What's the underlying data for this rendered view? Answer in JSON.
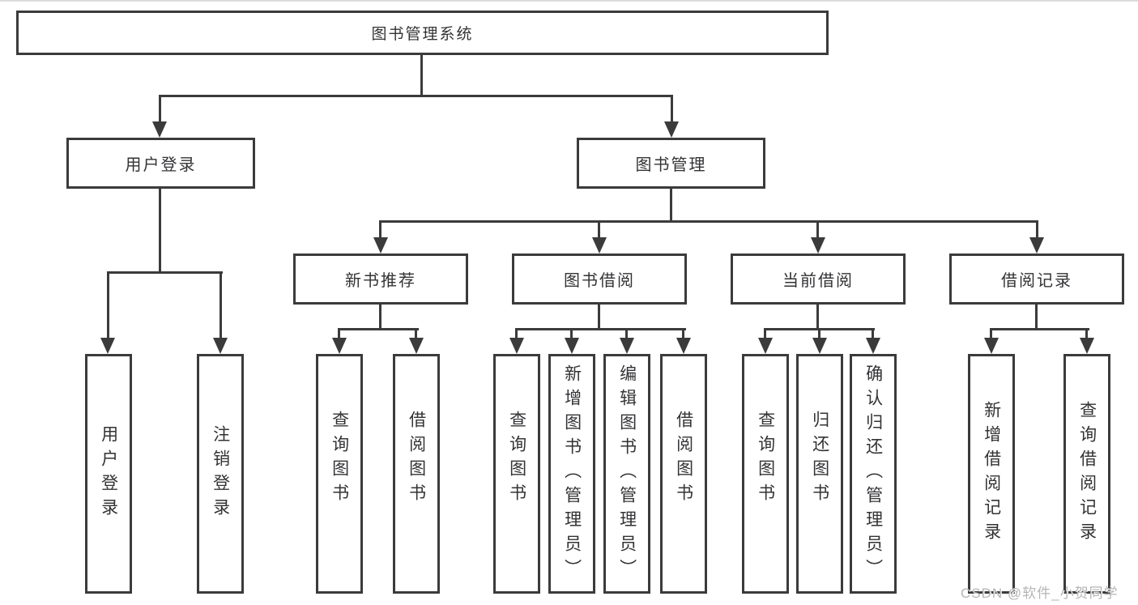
{
  "diagram_title": "图书管理系统",
  "nodes": {
    "root": {
      "label": "图书管理系统"
    },
    "level2": [
      {
        "label": "用户登录"
      },
      {
        "label": "图书管理"
      }
    ],
    "level3": [
      {
        "label": "新书推荐",
        "parent": "图书管理"
      },
      {
        "label": "图书借阅",
        "parent": "图书管理"
      },
      {
        "label": "当前借阅",
        "parent": "图书管理"
      },
      {
        "label": "借阅记录",
        "parent": "图书管理"
      }
    ],
    "leaves": [
      {
        "label": "用户登录",
        "parent": "用户登录"
      },
      {
        "label": "注销登录",
        "parent": "用户登录"
      },
      {
        "label": "查询图书",
        "parent": "新书推荐"
      },
      {
        "label": "借阅图书",
        "parent": "新书推荐"
      },
      {
        "label": "查询图书",
        "parent": "图书借阅"
      },
      {
        "label": "新增图书（管理员）",
        "parent": "图书借阅"
      },
      {
        "label": "编辑图书（管理员）",
        "parent": "图书借阅"
      },
      {
        "label": "借阅图书",
        "parent": "图书借阅"
      },
      {
        "label": "查询图书",
        "parent": "当前借阅"
      },
      {
        "label": "归还图书",
        "parent": "当前借阅"
      },
      {
        "label": "确认归还（管理员）",
        "parent": "当前借阅"
      },
      {
        "label": "新增借阅记录",
        "parent": "借阅记录"
      },
      {
        "label": "查询借阅记录",
        "parent": "借阅记录"
      }
    ]
  },
  "watermark": {
    "text": "CSDN @软件_小贺同学"
  },
  "colors": {
    "line": "#3b3b3b",
    "text": "#333336",
    "background": "#ffffff",
    "watermark": "#b5b5b5"
  }
}
